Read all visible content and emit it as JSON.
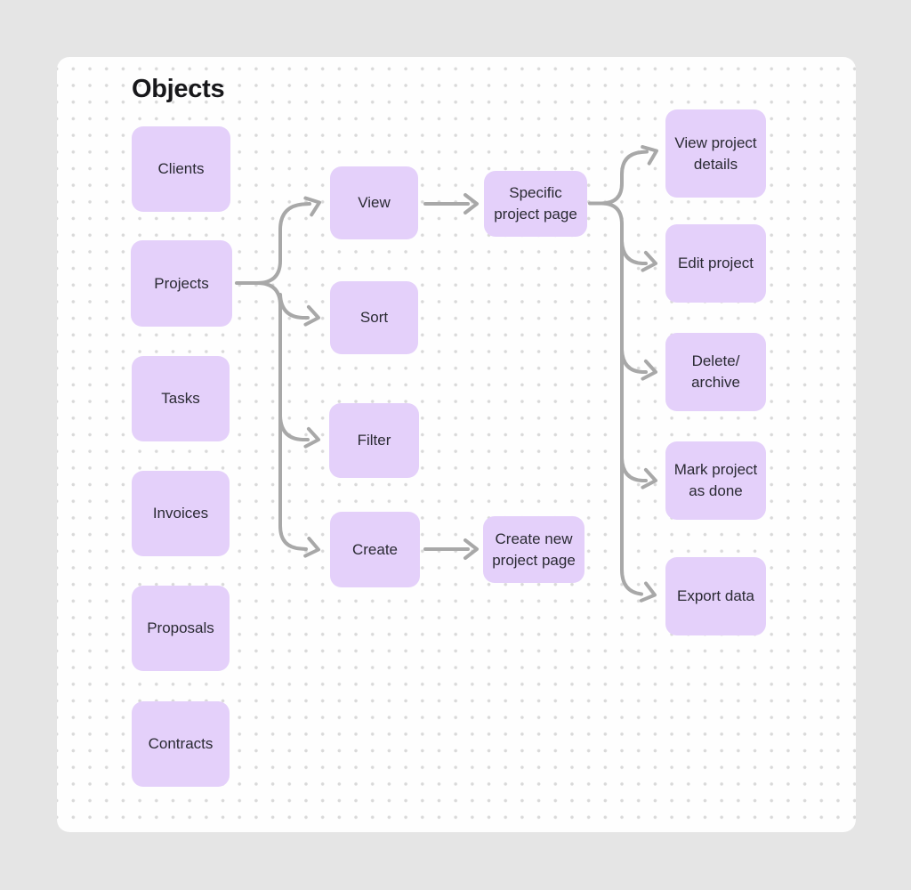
{
  "diagram": {
    "title": "Objects"
  },
  "colors": {
    "page_background": "#e5e5e5",
    "canvas_background": "#fefefe",
    "dot_grid": "#d9d9d9",
    "node_fill": "#e4d0fa",
    "node_text": "#2a2a33",
    "title_text": "#18181b",
    "connector": "#a8a8a8"
  },
  "nodes": {
    "clients": {
      "label": "Clients"
    },
    "projects": {
      "label": "Projects"
    },
    "tasks": {
      "label": "Tasks"
    },
    "invoices": {
      "label": "Invoices"
    },
    "proposals": {
      "label": "Proposals"
    },
    "contracts": {
      "label": "Contracts"
    },
    "view": {
      "label": "View"
    },
    "sort": {
      "label": "Sort"
    },
    "filter": {
      "label": "Filter"
    },
    "create": {
      "label": "Create"
    },
    "specific_project_page": {
      "label": "Specific project page"
    },
    "create_new_project_page": {
      "label": "Create new project page"
    },
    "view_project_details": {
      "label": "View project details"
    },
    "edit_project": {
      "label": "Edit project"
    },
    "delete_archive": {
      "label": "Delete/ archive"
    },
    "mark_project_as_done": {
      "label": "Mark project as done"
    },
    "export_data": {
      "label": "Export data"
    }
  },
  "connections": [
    {
      "from": "projects",
      "to": "view"
    },
    {
      "from": "projects",
      "to": "sort"
    },
    {
      "from": "projects",
      "to": "filter"
    },
    {
      "from": "projects",
      "to": "create"
    },
    {
      "from": "view",
      "to": "specific_project_page"
    },
    {
      "from": "create",
      "to": "create_new_project_page"
    },
    {
      "from": "specific_project_page",
      "to": "view_project_details"
    },
    {
      "from": "specific_project_page",
      "to": "edit_project"
    },
    {
      "from": "specific_project_page",
      "to": "delete_archive"
    },
    {
      "from": "specific_project_page",
      "to": "mark_project_as_done"
    },
    {
      "from": "specific_project_page",
      "to": "export_data"
    }
  ]
}
